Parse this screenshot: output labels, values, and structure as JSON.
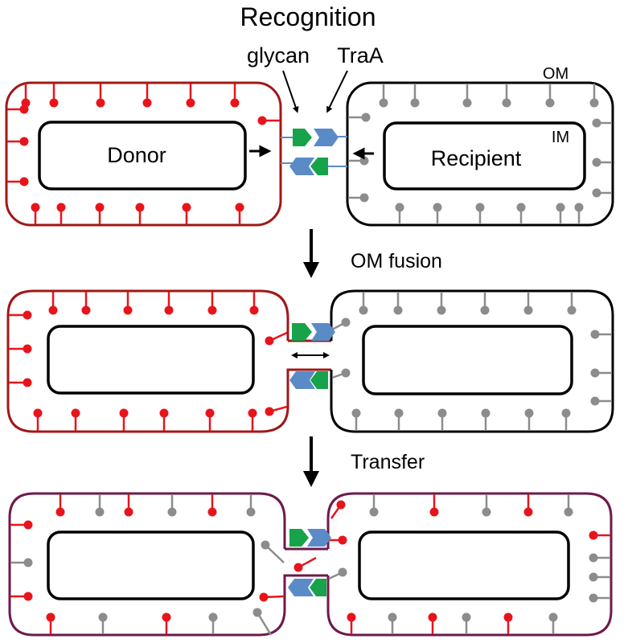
{
  "labels": {
    "recognition": "Recognition",
    "glycan": "glycan",
    "traa": "TraA",
    "om": "OM",
    "im": "IM",
    "donor": "Donor",
    "recipient": "Recipient",
    "om_fusion": "OM fusion",
    "transfer": "Transfer"
  },
  "colors": {
    "donor": "#A01818",
    "recipient": "#111111",
    "mixed": "#6E1A4A",
    "red_lps": "#E8141B",
    "gray_lps": "#8C8C8C",
    "glycan": "#17A34A",
    "traa": "#5B8BC6",
    "stalk": "#5B8BC6"
  },
  "icons": [
    "glycan-icon",
    "traa-icon",
    "lps-pin-icon",
    "arrow-icon"
  ]
}
